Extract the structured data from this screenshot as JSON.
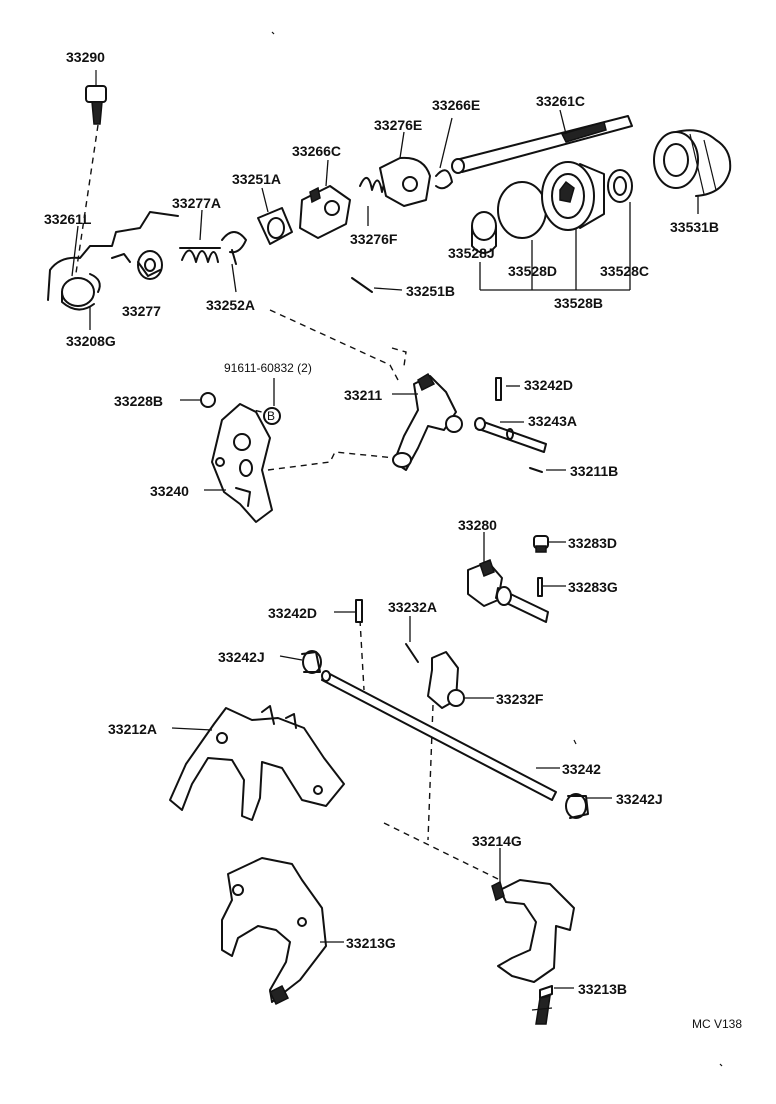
{
  "diagram": {
    "parts": {
      "p33290": "33290",
      "p33266E": "33266E",
      "p33261C": "33261C",
      "p33276E": "33276E",
      "p33266C": "33266C",
      "p33251A": "33251A",
      "p33277A": "33277A",
      "p33261L": "33261L",
      "p33276F": "33276F",
      "p33528J": "33528J",
      "p33528D": "33528D",
      "p33528C": "33528C",
      "p33531B": "33531B",
      "p33277": "33277",
      "p33252A": "33252A",
      "p33251B": "33251B",
      "p33528B": "33528B",
      "p33208G": "33208G",
      "p91611": "91611-60832 (2)",
      "p33211": "33211",
      "p33242D_top": "33242D",
      "p33228B": "33228B",
      "p33243A": "33243A",
      "p33211B": "33211B",
      "p33240": "33240",
      "p33280": "33280",
      "p33283D": "33283D",
      "p33283G": "33283G",
      "p33242D": "33242D",
      "p33232A": "33232A",
      "p33242J_left": "33242J",
      "p33232F": "33232F",
      "p33212A": "33212A",
      "p33242": "33242",
      "p33242J_right": "33242J",
      "p33214G": "33214G",
      "p33213G": "33213G",
      "p33213B": "33213B"
    },
    "bolt_marker": "B",
    "code": "MC V138"
  }
}
